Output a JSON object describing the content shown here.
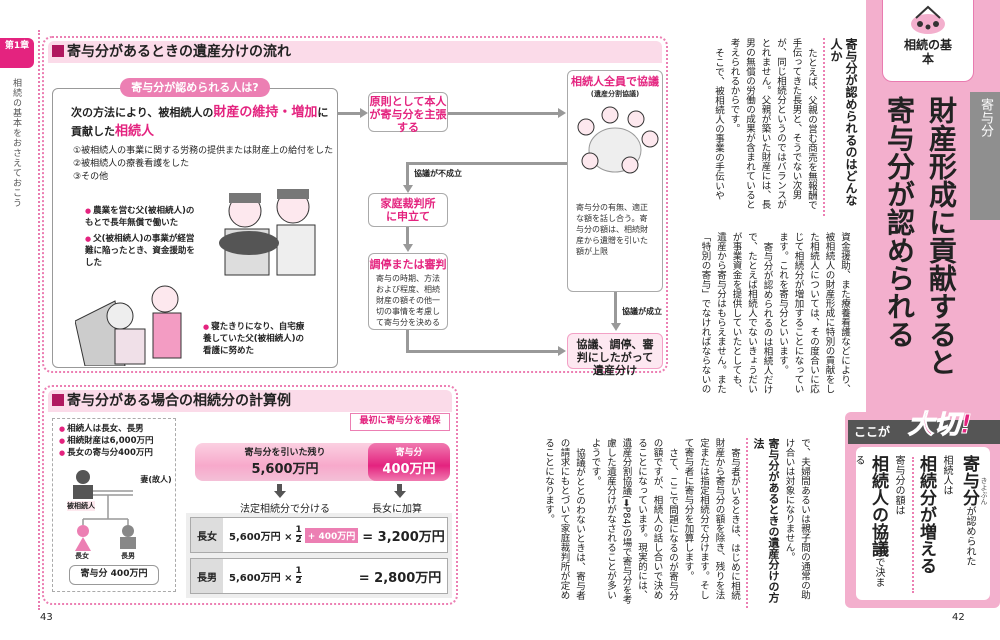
{
  "chapter": {
    "tab": "第1章",
    "label": "相続の基本をおさえておこう"
  },
  "flow": {
    "title": "寄与分があるときの遺産分けの流れ",
    "who_label": "寄与分が認められる人は?",
    "intro_a": "次の方法により、被相続人の",
    "intro_hl": "財産の維持・増加",
    "intro_b": "に",
    "intro_c": "貢献した",
    "intro_hl2": "相続人",
    "methods": [
      "①被相続人の事業に関する労務の提供または財産上の給付をした",
      "②被相続人の療養看護をした",
      "③その他"
    ],
    "examples": [
      "農業を営む父(被相続人)のもとで長年無償で働いた",
      "父(被相続人)の事業が経営難に陥ったとき、資金援助をした",
      "寝たきりになり、自宅療養していた父(被相続人)の看護に努めた"
    ],
    "step1": "原則として本人が寄与分を主張する",
    "step_all": "相続人全員で協議",
    "step_all_sub": "(遺産分割協議)",
    "step_all_desc": "寄与分の有無、適正な額を話し合う。寄与分の額は、相続財産から遺贈を引いた額が上限",
    "fail": "協議が不成立",
    "court": "家庭裁判所に申立て",
    "mediation": "調停または審判",
    "mediation_desc": "寄与の時期、方法および程度、相続財産の額その他一切の事情を考慮して寄与分を決める",
    "success": "協議が成立",
    "final": "協議、調停、審判にしたがって遺産分け"
  },
  "calc": {
    "title": "寄与分がある場合の相続分の計算例",
    "facts": [
      "相続人は長女、長男",
      "相続財産は6,000万円",
      "長女の寄与分400万円"
    ],
    "decedent": "被相続人",
    "wife": "妻(故人)",
    "daughter": "長女",
    "son": "長男",
    "daughter_contrib": "寄与分 400万円",
    "secure_tag": "最初に寄与分を確保",
    "remain_label": "寄与分を引いた残り",
    "remain_value": "5,600万円",
    "contrib_label": "寄与分",
    "contrib_value": "400万円",
    "split_label": "法定相続分で分ける",
    "add_label": "長女に加算",
    "rows": [
      {
        "who": "長女",
        "base": "5,600万円 ×",
        "num": "1",
        "den": "2",
        "plus": "+ 400万円",
        "result": "= 3,200万円"
      },
      {
        "who": "長男",
        "base": "5,600万円 ×",
        "num": "1",
        "den": "2",
        "plus": "",
        "result": "= 2,800万円"
      }
    ]
  },
  "text": {
    "h1": "寄与分が認められるのはどんな人か",
    "a1": "たとえば、父親の営む商売を無報酬で手伝ってきた長男と、そうでない次男が、同じ相続分というのではバランスがとれません。父親が築いた財産には、長男の無償の労働の成果が含まれていると考えられるからです。",
    "a2": "そこで、被相続人の事業の手伝いや",
    "b1": "資金援助、また療養看護などにより、被相続人の財産形成に特別の貢献をした相続人については、その度合いに応じて相続分が増加することになっています。これを寄与分といいます。",
    "b2": "寄与分が認められるのは相続人だけで、たとえば相続人でないきょうだいが事業資金を提供していたとしても、遺産から寄与分はもらえません。また「特別の寄与」でなければならないの",
    "c1": "で、夫婦間あるいは親子間の通常の助け合いは対象になりません。",
    "h2": "寄与分があるときの遺産分けの方法",
    "c2": "寄与者がいるときは、はじめに相続財産から寄与分の額を除き、残りを法定または指定相続分で分けます。そして寄与者に寄与分を加算します。",
    "c3": "さて、ここで問題になるのが寄与分の額ですが、相続人の話し合いで決めることになっています。現実的には、遺産分割協議(➡P84)の場で寄与分を考慮した遺産分けがなされることが多いようです。",
    "c4": "協議がととのわないときは、寄与者の請求にもとづいて家庭裁判所が定めることになります。"
  },
  "header": {
    "badge": "相続の基本",
    "tag": "寄与分",
    "title1": "財産形成に貢献すると",
    "title2": "寄与分が認められる"
  },
  "point": {
    "koko": "ここが",
    "taisetsu": "大切!",
    "p1a": "寄与分",
    "p1b": "が認められた",
    "ruby": "きよぶん",
    "p2a": "相続人は",
    "p2b": "相続分が増える",
    "p3a": "寄与分の額は",
    "p3b": "相続人の協議",
    "p3c": "で決まる"
  },
  "pages": {
    "left": "43",
    "right": "42"
  },
  "colors": {
    "accent": "#e4237f",
    "panel": "#f3afcd",
    "gray": "#8f8f8f"
  }
}
